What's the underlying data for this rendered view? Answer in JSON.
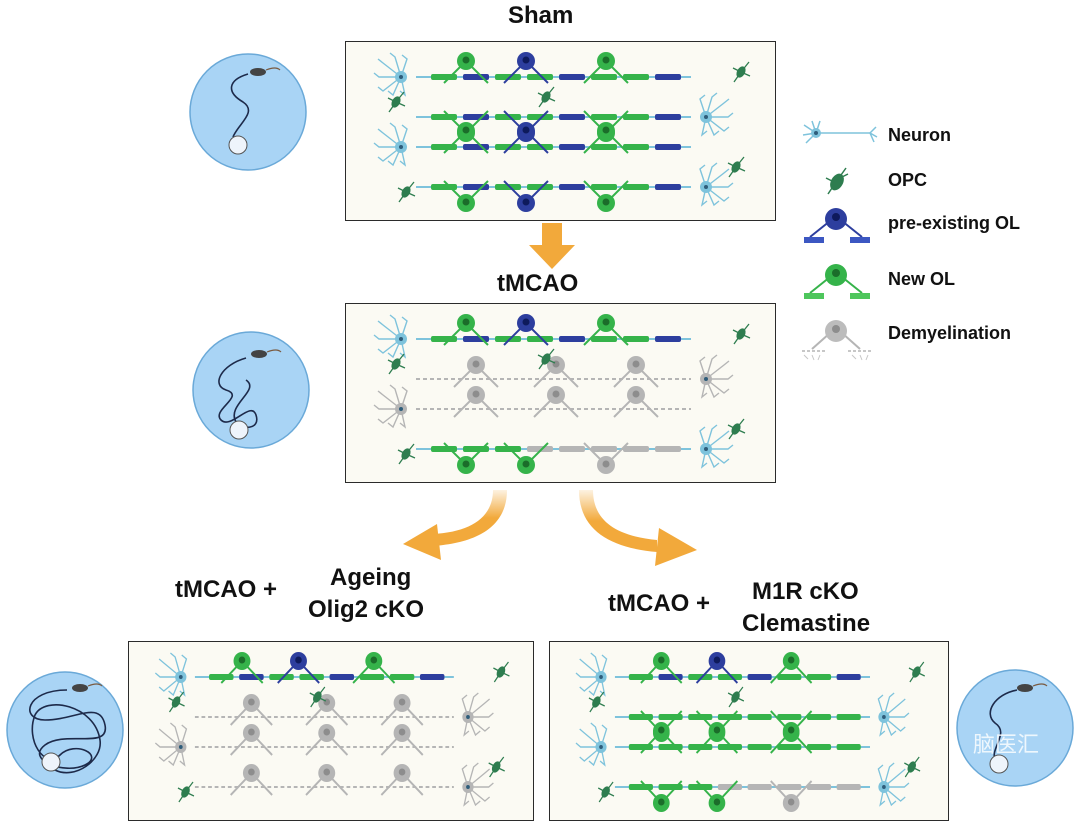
{
  "titles": {
    "sham": "Sham",
    "tmcao": "tMCAO",
    "left_prefix": "tMCAO +",
    "left_line1": "Ageing",
    "left_line2": "Olig2 cKO",
    "right_prefix": "tMCAO +",
    "right_line1": "M1R cKO",
    "right_line2": "Clemastine"
  },
  "legend": [
    {
      "label": "Neuron",
      "icon": "neuron-icon"
    },
    {
      "label": "OPC",
      "icon": "opc-icon"
    },
    {
      "label": "pre-existing OL",
      "icon": "pre-existing-ol-icon"
    },
    {
      "label": "New OL",
      "icon": "new-ol-icon"
    },
    {
      "label": "Demyelination",
      "icon": "demyelination-icon"
    }
  ],
  "watermark": "脑医汇",
  "colors": {
    "neuron": "#7ec3dc",
    "opc": "#2e7d4f",
    "pre_existing_ol": "#2d3e9e",
    "new_ol": "#35b34a",
    "demyelination": "#b5b5b5",
    "arrow": "#f2a93b",
    "maze_bg": "#a9d4f5"
  }
}
